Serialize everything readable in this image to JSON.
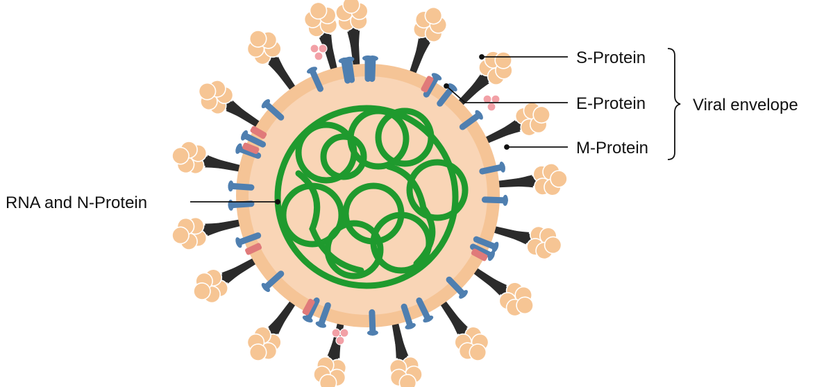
{
  "labels": {
    "s_protein": "S-Protein",
    "e_protein": "E-Protein",
    "m_protein": "M-Protein",
    "viral_envelope": "Viral envelope",
    "rna_n_protein": "RNA and N-Protein"
  },
  "colors": {
    "envelope_outer": "#f5c496",
    "envelope_inner": "#f9d5b6",
    "rna": "#1f9a2e",
    "spike_stalk": "#2b2b2b",
    "spike_head": "#f6c594",
    "m_protein": "#4f7fb0",
    "e_protein": "#e07a7a",
    "e_protein_head": "#f2a0a6",
    "leader": "#111111"
  }
}
